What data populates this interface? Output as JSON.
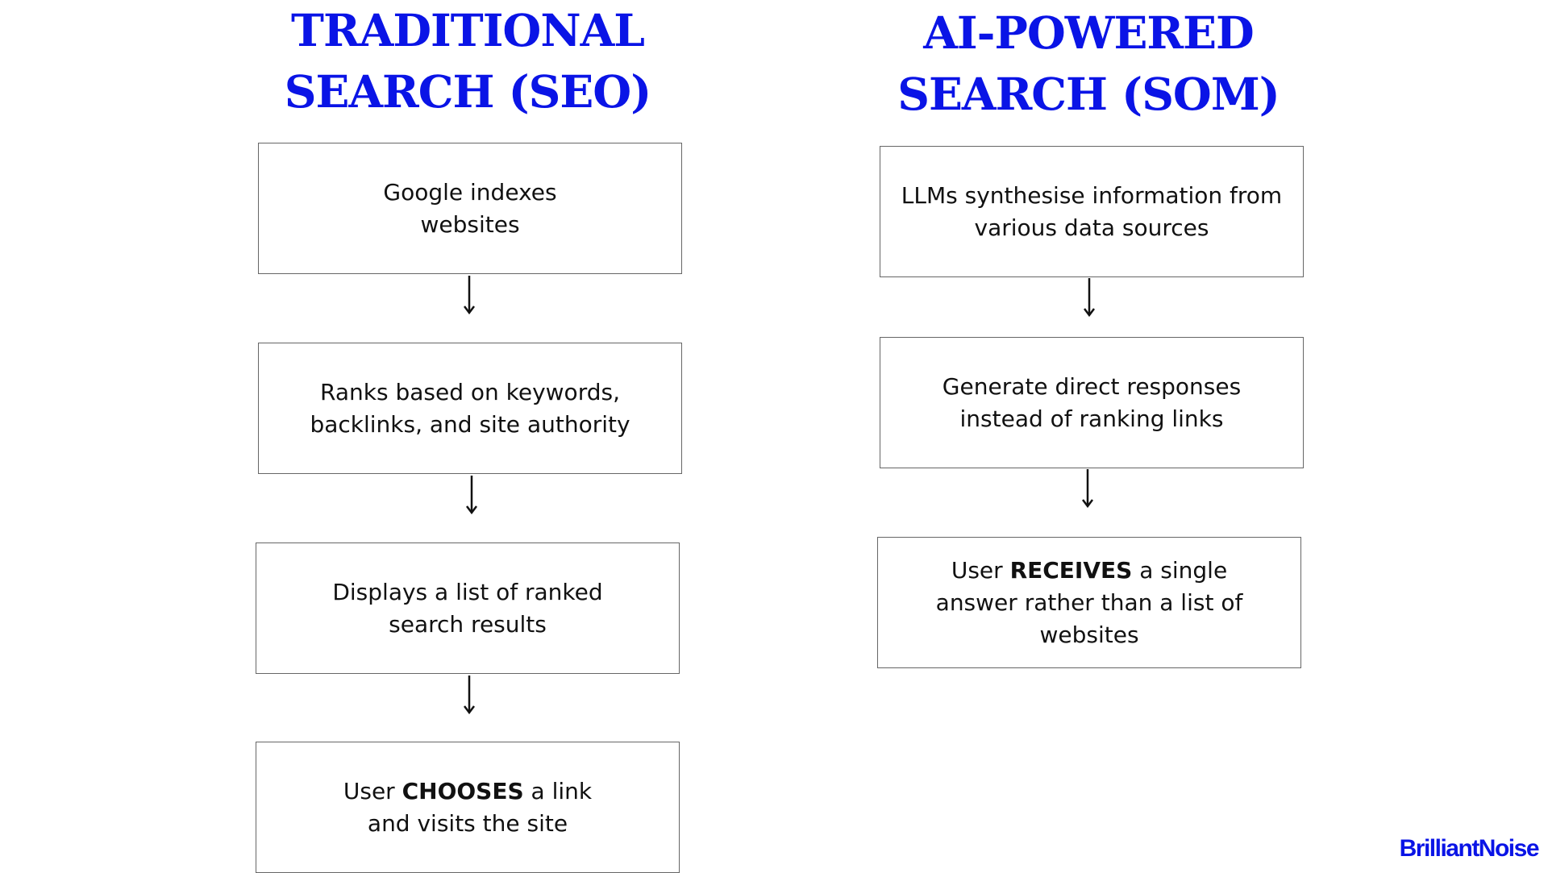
{
  "left_column": {
    "title_lines": [
      "TRADITIONAL",
      "SEARCH (SEO)"
    ],
    "steps": [
      {
        "lines": [
          "Google indexes",
          "websites"
        ]
      },
      {
        "lines": [
          "Ranks based on keywords,",
          "backlinks, and site authority"
        ]
      },
      {
        "lines": [
          "Displays a list of ranked",
          "search results"
        ]
      },
      {
        "line1_pre": "User ",
        "line1_bold": "CHOOSES",
        "line1_post": " a link",
        "line2": "and visits the site"
      }
    ]
  },
  "right_column": {
    "title_lines": [
      "AI-POWERED",
      "SEARCH (SOM)"
    ],
    "steps": [
      {
        "lines": [
          "LLMs synthesise information from",
          "various data sources"
        ]
      },
      {
        "lines": [
          "Generate direct responses",
          "instead of ranking links"
        ]
      },
      {
        "line1_pre": "User ",
        "line1_bold": "RECEIVES",
        "line1_post": " a single",
        "line2": "answer rather than a list of",
        "line3": "websites"
      }
    ]
  },
  "logo": {
    "text": "BrilliantNoise"
  },
  "colors": {
    "title": "#0a14e6",
    "border": "#666666",
    "text": "#111111",
    "background": "#ffffff"
  }
}
